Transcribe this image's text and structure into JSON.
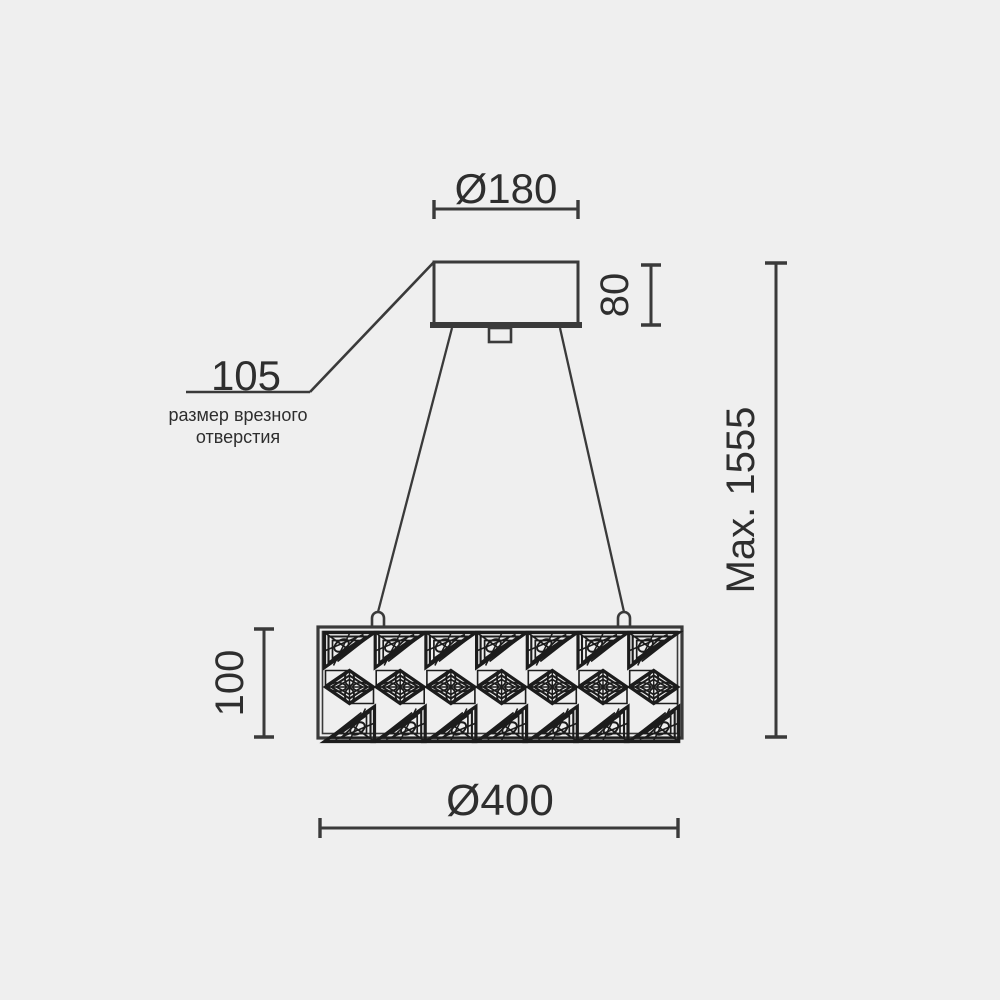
{
  "drawing": {
    "title": "Pendant luminaire dimensional drawing",
    "background_color": "#efefef",
    "line_color": "#3a3a3a",
    "text_color": "#2e2e2e",
    "fill_color": "#efefef"
  },
  "dimensions": {
    "canopy_diameter": {
      "label": "Ø180",
      "value": 180,
      "unit": "mm",
      "orientation": "horizontal",
      "position": "top"
    },
    "canopy_height": {
      "label": "80",
      "value": 80,
      "unit": "mm",
      "orientation": "vertical",
      "position": "right-of-canopy"
    },
    "cutout_size": {
      "label": "105",
      "value": 105,
      "unit": "mm",
      "note_line_1": "размер врезного",
      "note_line_2": "отверстия",
      "orientation": "leader",
      "position": "left"
    },
    "total_height": {
      "label": "Max. 1555",
      "value": 1555,
      "unit": "mm",
      "orientation": "vertical",
      "position": "right"
    },
    "shade_height": {
      "label": "100",
      "value": 100,
      "unit": "mm",
      "orientation": "vertical",
      "position": "left-of-shade"
    },
    "shade_diameter": {
      "label": "Ø400",
      "value": 400,
      "unit": "mm",
      "orientation": "horizontal",
      "position": "bottom"
    }
  },
  "product": {
    "type": "pendant-luminaire",
    "crystal_modules": 7,
    "suspension_cables": 2,
    "canopy_shape": "rectangular"
  }
}
